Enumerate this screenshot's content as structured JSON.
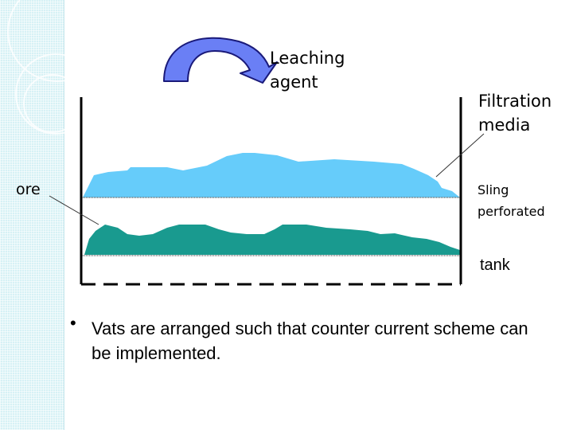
{
  "labels": {
    "leaching_agent": "Leaching\nagent",
    "filtration_media": "Filtration\nmedia",
    "ore": "ore",
    "sling_perforated": "Sling\nperforated",
    "tank": "tank"
  },
  "bullet": {
    "marker": "•",
    "text": "Vats are arranged such that counter current scheme can be implemented."
  },
  "colors": {
    "side_strip": "#d6f1f5",
    "upper_layer": "#66ccfa",
    "lower_layer": "#199a8f",
    "arrow_fill": "#6a7ff5",
    "tank_line": "#000000"
  },
  "icons": {
    "arrow": "curved-arrow-icon"
  }
}
